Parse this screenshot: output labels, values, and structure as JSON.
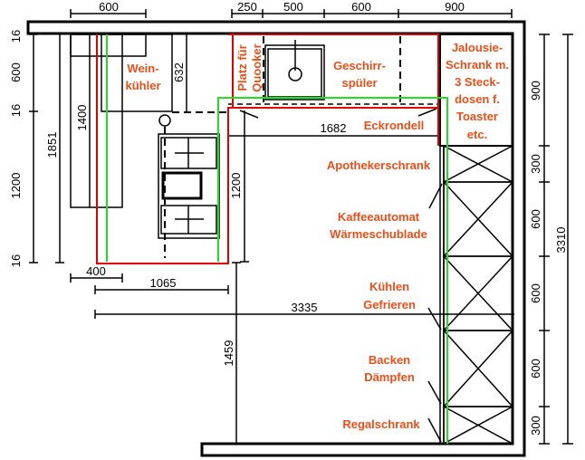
{
  "title": "Küchenplan Grundriss",
  "dimensions": {
    "top": [
      "600",
      "250",
      "500",
      "600",
      "900"
    ],
    "left": [
      "16",
      "600",
      "16",
      "1200",
      "16"
    ],
    "left_inner": [
      "1851",
      "1400",
      "632",
      "1200"
    ],
    "right": [
      "900",
      "300",
      "600",
      "600",
      "600",
      "300"
    ],
    "right_total": "3310",
    "bottom": [
      "400",
      "1065",
      "3335",
      "1459"
    ],
    "counter_width": "1682"
  },
  "labels": {
    "weinkuehler": [
      "Wein-",
      "kühler"
    ],
    "quooker": [
      "Platz für",
      "Quooker"
    ],
    "geschirrspueler": [
      "Geschirr-",
      "spüler"
    ],
    "jalousie": [
      "Jalousie-",
      "Schrank m.",
      "3 Steck-",
      "dosen f.",
      "Toaster",
      "etc."
    ],
    "eckrondell": "Eckrondell",
    "apotheker": "Apothekerschrank",
    "kaffee": [
      "Kaffeeautomat",
      "Wärmeschublade"
    ],
    "kuehlen": [
      "Kühlen",
      "Gefrieren"
    ],
    "backen": [
      "Backen",
      "Dämpfen"
    ],
    "regal": "Regalschrank"
  },
  "colors": {
    "label": "#e8501a",
    "red_outline": "#e00000",
    "green_outline": "#22dd22"
  }
}
